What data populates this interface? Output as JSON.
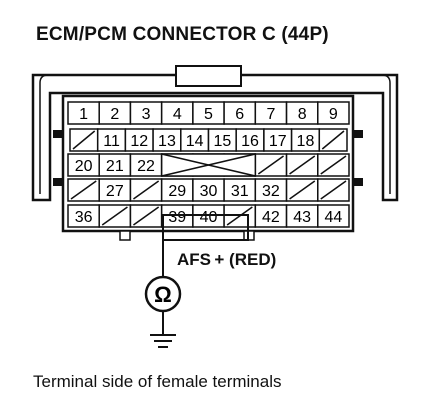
{
  "title": "ECM/PCM CONNECTOR C (44P)",
  "caption": "Terminal side of female terminals",
  "probe_label": "AFS + (RED)",
  "meter_symbol": "Ω",
  "connector": {
    "rows": [
      [
        "1",
        "2",
        "3",
        "4",
        "5",
        "6",
        "7",
        "8",
        "9"
      ],
      [
        "",
        "11",
        "12",
        "13",
        "14",
        "15",
        "16",
        "17",
        "18",
        ""
      ],
      [
        "20",
        "21",
        "22",
        "",
        "",
        "",
        "",
        "",
        ""
      ],
      [
        "",
        "27",
        "",
        "29",
        "30",
        "31",
        "32",
        "",
        ""
      ],
      [
        "36",
        "",
        "",
        "39",
        "40",
        "",
        "42",
        "43",
        "44"
      ]
    ]
  }
}
